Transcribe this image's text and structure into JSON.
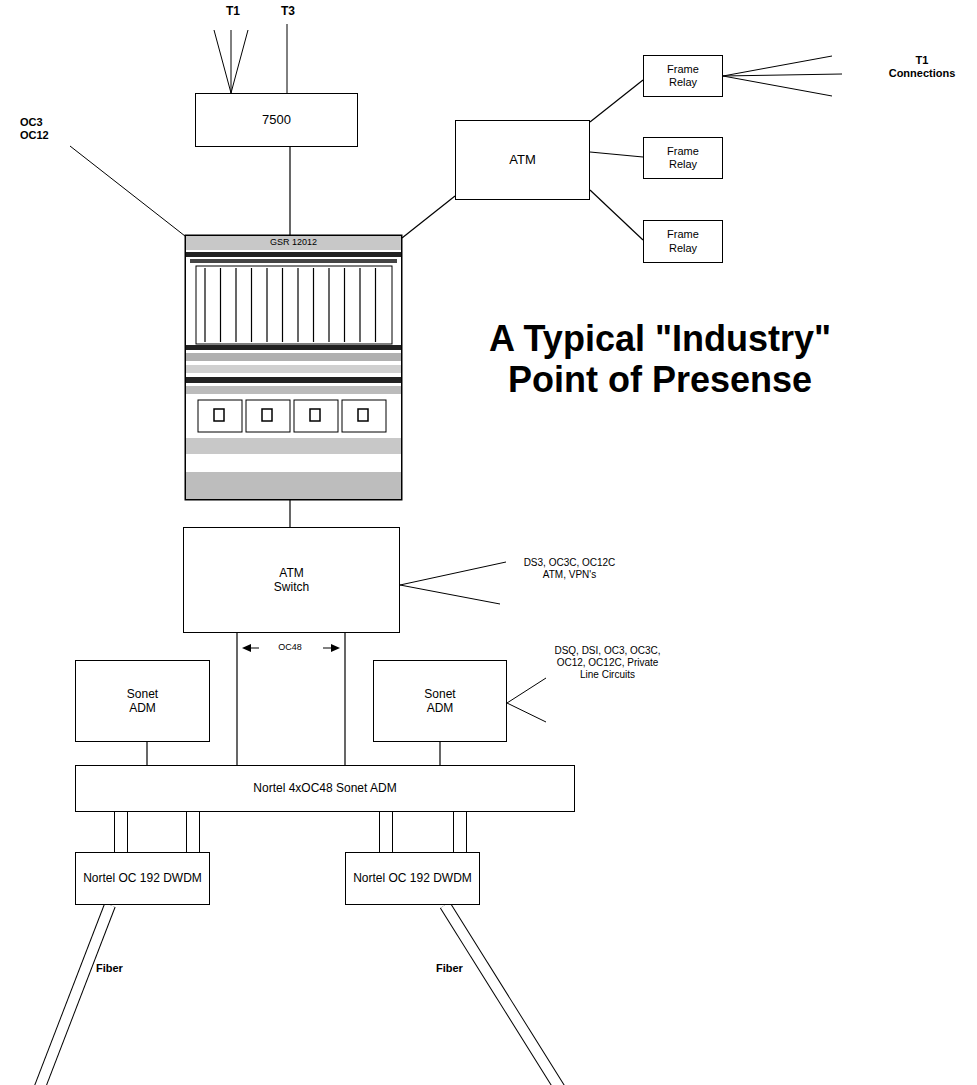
{
  "diagram": {
    "title": "A Typical \"Industry\" Point of Presense",
    "nodes": [
      {
        "text": [
          "7500"
        ]
      },
      {
        "text": [
          "GSR 12012"
        ]
      },
      {
        "text": [
          "ATM"
        ]
      },
      {
        "text": [
          "Frame Relay"
        ]
      },
      {
        "text": [
          "Frame Relay"
        ]
      },
      {
        "text": [
          "Frame Relay"
        ]
      },
      {
        "text": [
          "ATM Switch"
        ]
      },
      {
        "text": [
          "Sonet ADM"
        ]
      },
      {
        "text": [
          "Sonet ADM"
        ]
      },
      {
        "text": [
          "Nortel 4xOC48 Sonet ADM"
        ]
      },
      {
        "text": [
          "Nortel OC 192 DWDM"
        ]
      },
      {
        "text": [
          "Nortel OC 192 DWDM"
        ]
      }
    ],
    "edges": [
      {
        "from": 0,
        "to": 1,
        "arrow": "none"
      },
      {
        "from": 1,
        "to": 2,
        "arrow": "none"
      },
      {
        "from": 2,
        "to": 3,
        "arrow": "none"
      },
      {
        "from": 2,
        "to": 4,
        "arrow": "none"
      },
      {
        "from": 2,
        "to": 5,
        "arrow": "none"
      },
      {
        "from": 1,
        "to": 6,
        "arrow": "none"
      },
      {
        "from": 6,
        "to": 9,
        "arrow": "none"
      },
      {
        "from": 6,
        "to": 9,
        "arrow": "none"
      },
      {
        "from": 7,
        "to": 9,
        "arrow": "none"
      },
      {
        "from": 8,
        "to": 9,
        "arrow": "none"
      },
      {
        "from": 9,
        "to": 10,
        "arrow": "none"
      },
      {
        "from": 9,
        "to": 10,
        "arrow": "none"
      },
      {
        "from": 9,
        "to": 11,
        "arrow": "none"
      },
      {
        "from": 9,
        "to": 11,
        "arrow": "none"
      }
    ],
    "labels": [
      "T1",
      "T3",
      "OC3 OC12",
      "T1 Connections",
      "DS3, OC3C, OC12C ATM, VPN's",
      "OC48",
      "DSQ, DSI, OC3, OC3C, OC12, OC12C, Private Line Circuits",
      "Fiber",
      "Fiber"
    ]
  }
}
